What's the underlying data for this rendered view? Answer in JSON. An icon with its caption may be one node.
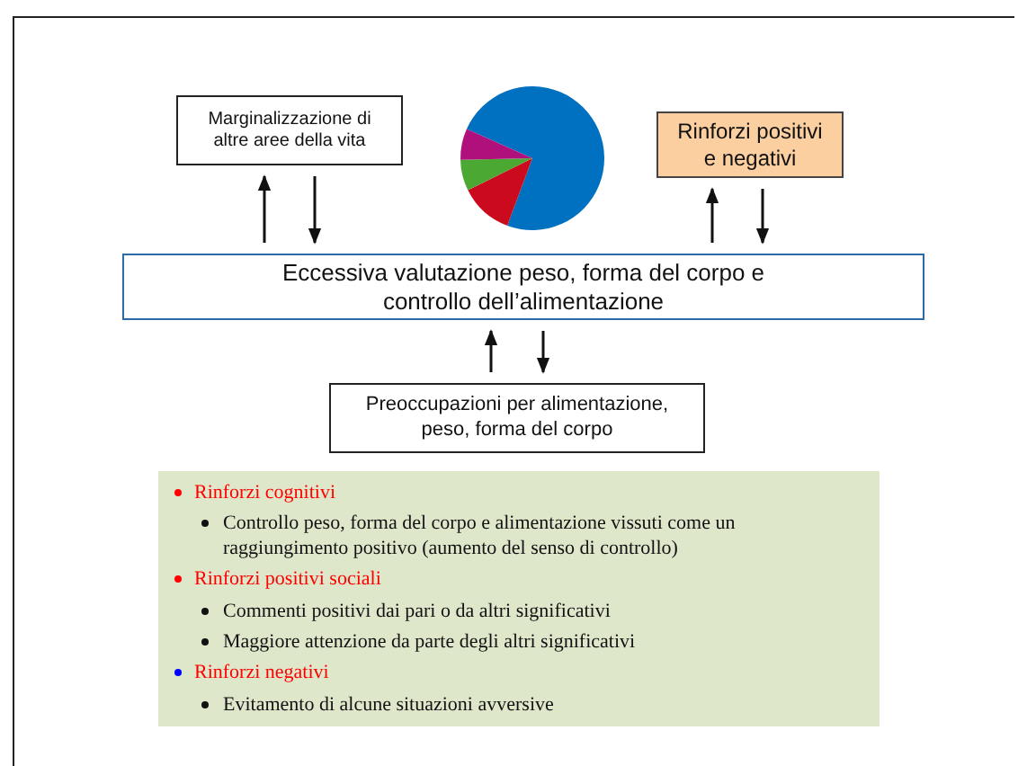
{
  "diagram": {
    "nodes": [
      {
        "text": [
          "Marginalizzazione di altre aree della vita"
        ]
      },
      {
        "text": [
          "Rinforzi positivi e negativi"
        ]
      },
      {
        "text": [
          "Eccessiva valutazione peso, forma del corpo e controllo dell’alimentazione"
        ]
      },
      {
        "text": [
          "Preoccupazioni per alimentazione, peso, forma del corpo"
        ]
      },
      {
        "text": [
          "Rinforzi cognitivi",
          "Controllo peso, forma del corpo e alimentazione vissuti come un raggiungimento positivo (aumento del senso di controllo)",
          "Rinforzi positivi sociali",
          "Commenti positivi dai pari o da altri significativi",
          "Maggiore attenzione da parte degli altri significativi",
          "Rinforzi negativi",
          "Evitamento di alcune situazioni avversive"
        ]
      }
    ],
    "edges": [
      {
        "from": 2,
        "to": 0,
        "arrow": "to"
      },
      {
        "from": 0,
        "to": 2,
        "arrow": "to"
      },
      {
        "from": 2,
        "to": 1,
        "arrow": "to"
      },
      {
        "from": 1,
        "to": 2,
        "arrow": "to"
      },
      {
        "from": 3,
        "to": 2,
        "arrow": "to"
      },
      {
        "from": 2,
        "to": 3,
        "arrow": "to"
      }
    ]
  }
}
